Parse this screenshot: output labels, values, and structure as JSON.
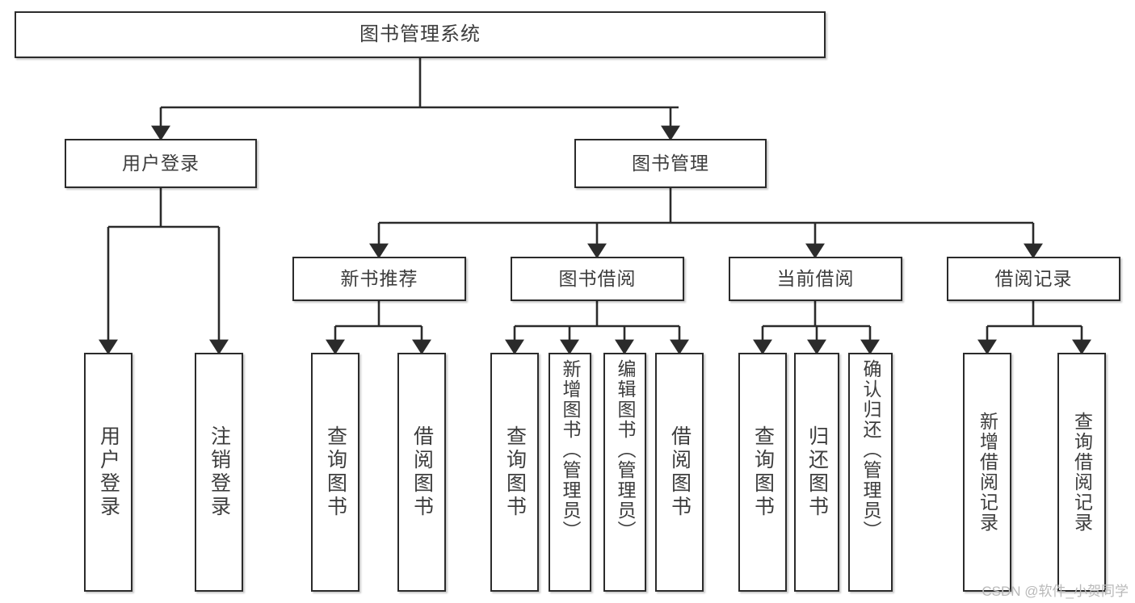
{
  "diagram": {
    "title": "图书管理系统",
    "watermark": "CSDN @软件_小贺同学",
    "colors": {
      "background": "#ffffff",
      "border": "#2b2b2b",
      "text": "#3d3d3d",
      "edge": "#2b2b2b",
      "watermark": "#b9b9b9"
    },
    "root": {
      "label": "图书管理系统"
    },
    "level2": [
      {
        "label": "用户登录"
      },
      {
        "label": "图书管理"
      }
    ],
    "level3": [
      {
        "label": "新书推荐"
      },
      {
        "label": "图书借阅"
      },
      {
        "label": "当前借阅"
      },
      {
        "label": "借阅记录"
      }
    ],
    "leaves": {
      "user_login": [
        {
          "label": "用户登录"
        },
        {
          "label": "注销登录"
        }
      ],
      "new_book_recommend": [
        {
          "label": "查询图书"
        },
        {
          "label": "借阅图书"
        }
      ],
      "book_borrow": [
        {
          "label": "查询图书"
        },
        {
          "label": "新增图书（管理员）"
        },
        {
          "label": "编辑图书（管理员）"
        },
        {
          "label": "借阅图书"
        }
      ],
      "current_borrow": [
        {
          "label": "查询图书"
        },
        {
          "label": "归还图书"
        },
        {
          "label": "确认归还（管理员）"
        }
      ],
      "borrow_record": [
        {
          "label": "新增借阅记录"
        },
        {
          "label": "查询借阅记录"
        }
      ]
    }
  }
}
